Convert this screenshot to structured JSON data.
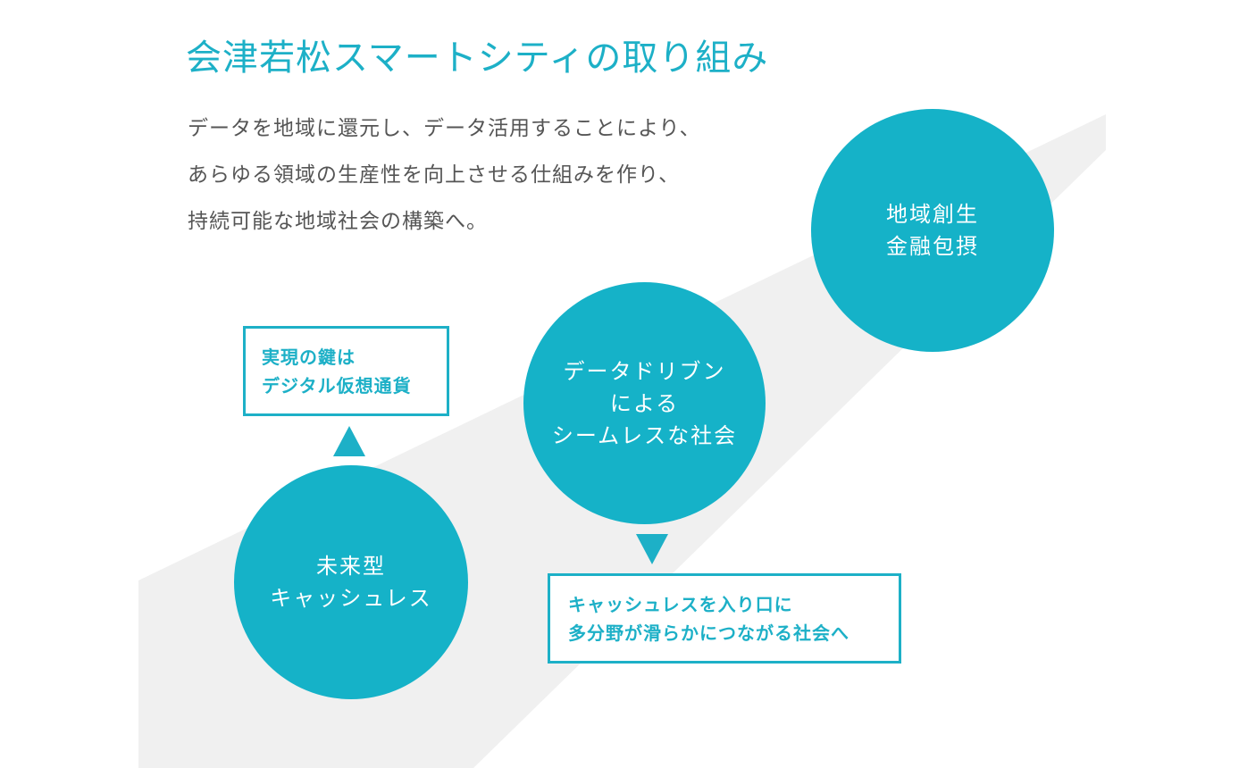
{
  "page": {
    "title": "会津若松スマートシティの取り組み",
    "intro_lines": [
      "データを地域に還元し、データ活用することにより、",
      "あらゆる領域の生産性を向上させる仕組みを作り、",
      "持続可能な地域社会の構築へ。"
    ]
  },
  "diagram": {
    "circles": [
      {
        "lines": [
          "未来型",
          "キャッシュレス"
        ]
      },
      {
        "lines": [
          "データドリブン",
          "による",
          "シームレスな社会"
        ]
      },
      {
        "lines": [
          "地域創生",
          "金融包摂"
        ]
      }
    ],
    "boxes": [
      {
        "lines": [
          "実現の鍵は",
          "デジタル仮想通貨"
        ]
      },
      {
        "lines": [
          "キャッシュレスを入り口に",
          "多分野が滑らかにつながる社会へ"
        ]
      }
    ]
  },
  "colors": {
    "accent": "#1db0c7",
    "circle_fill": "#15b2c8",
    "band": "#f0f0f0",
    "body_text": "#555555"
  }
}
